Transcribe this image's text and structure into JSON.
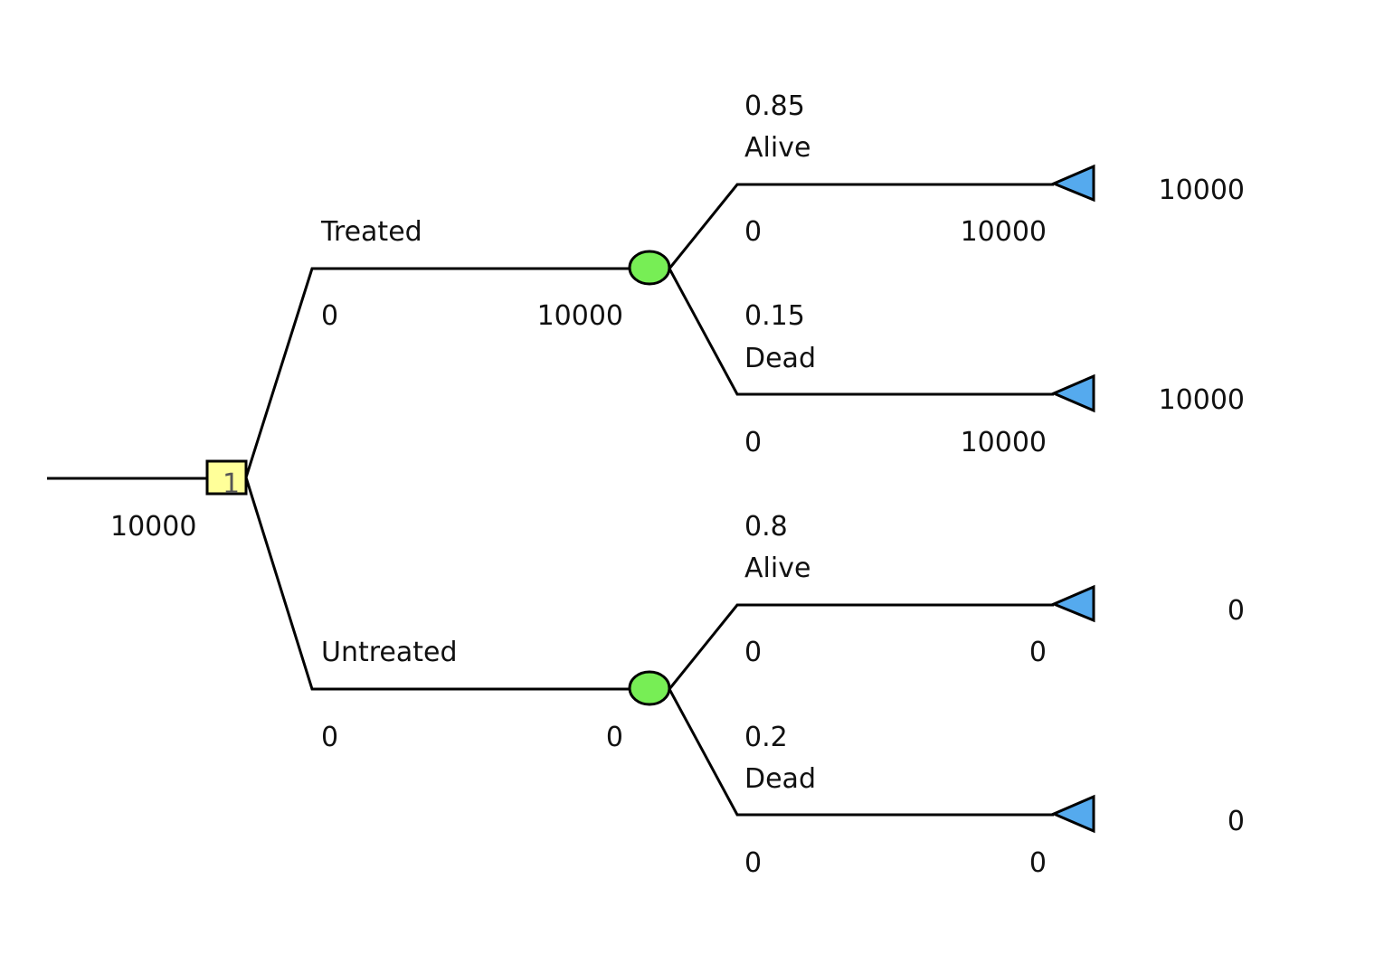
{
  "colors": {
    "line": "#000000",
    "decision_fill": "#ffff99",
    "chance_fill": "#77ee55",
    "terminal_fill": "#55aaee",
    "text": "#111111"
  },
  "root": {
    "node_type": "decision",
    "icon": "decision-square-icon",
    "node_label": "1",
    "value": "10000"
  },
  "branches": [
    {
      "label": "Treated",
      "cost": "0",
      "value": "10000",
      "chance_icon": "chance-circle-icon",
      "outcomes": [
        {
          "probability": "0.85",
          "label": "Alive",
          "cost": "0",
          "value": "10000",
          "payoff": "10000",
          "icon": "terminal-triangle-icon"
        },
        {
          "probability": "0.15",
          "label": "Dead",
          "cost": "0",
          "value": "10000",
          "payoff": "10000",
          "icon": "terminal-triangle-icon"
        }
      ]
    },
    {
      "label": "Untreated",
      "cost": "0",
      "value": "0",
      "chance_icon": "chance-circle-icon",
      "outcomes": [
        {
          "probability": "0.8",
          "label": "Alive",
          "cost": "0",
          "value": "0",
          "payoff": "0",
          "icon": "terminal-triangle-icon"
        },
        {
          "probability": "0.2",
          "label": "Dead",
          "cost": "0",
          "value": "0",
          "payoff": "0",
          "icon": "terminal-triangle-icon"
        }
      ]
    }
  ]
}
